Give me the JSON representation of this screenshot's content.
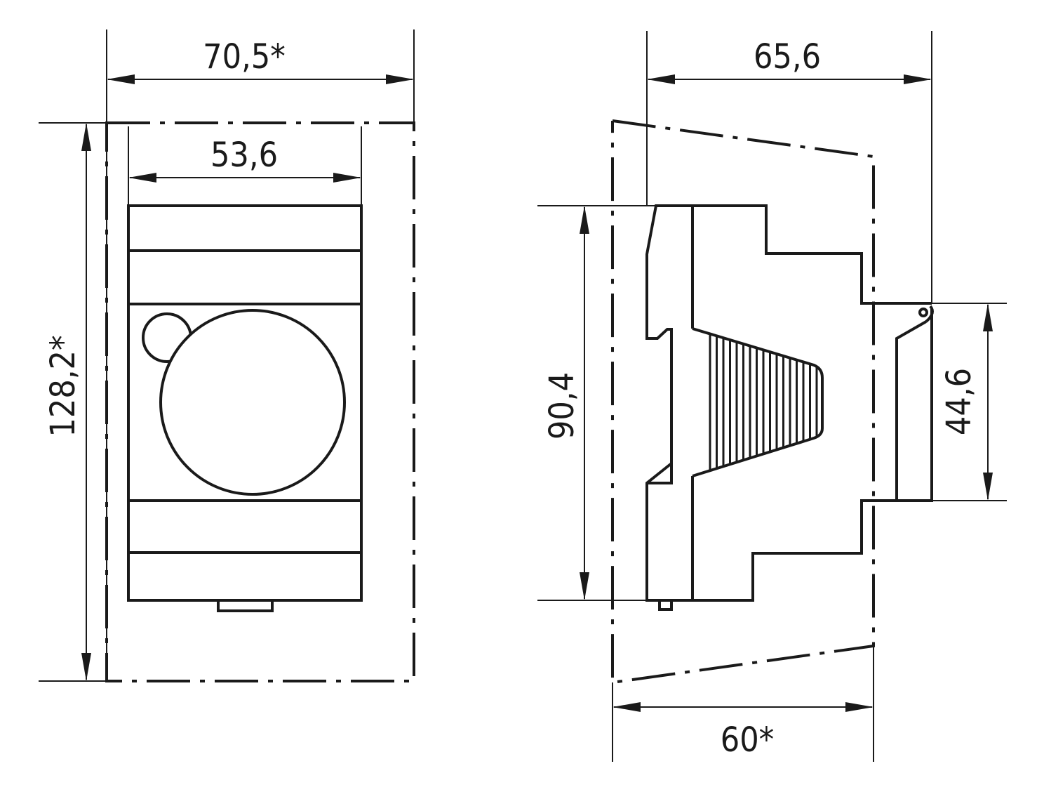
{
  "front_view": {
    "overall_width": "70,5*",
    "inner_width": "53,6",
    "overall_height": "128,2*"
  },
  "side_view": {
    "depth": "65,6",
    "height": "90,4",
    "rail_height": "44,6",
    "clearance_depth": "60*"
  }
}
